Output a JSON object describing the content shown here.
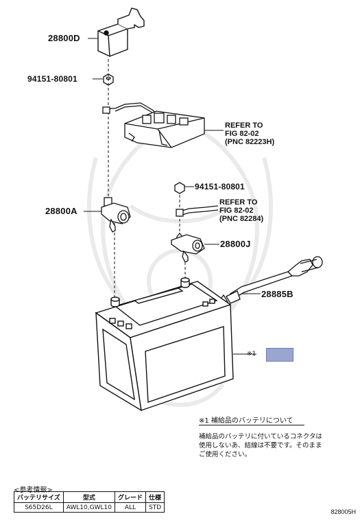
{
  "parts": {
    "cover": "28800D",
    "nut_top": "94151-80801",
    "nut_mid": "94151-80801",
    "clamp_neg": "28800A",
    "clamp_pos": "28800J",
    "hold_down": "28885B"
  },
  "refs": {
    "upper": [
      "REFER TO",
      "FIG 82-02",
      "(PNC 82223H)"
    ],
    "lower": [
      "REFER TO",
      "FIG 82-02",
      "(PNC 82284)"
    ]
  },
  "callout": {
    "mark": "※1"
  },
  "note": {
    "heading": "※1  補給品のバッテリについて",
    "lines": [
      "補給品のバッテリに付いているコネクタは",
      "使用しないあ、結線は不要です。そのまま",
      "ご使用ください。"
    ]
  },
  "reference_info": {
    "title": "<参考情報>",
    "headers": [
      "バッテリサイズ",
      "型式",
      "グレード",
      "仕様"
    ],
    "row": [
      "S65D26L",
      "AWL10,GWL10",
      "ALL",
      "STD"
    ]
  },
  "diagram_code": "828005H",
  "colors": {
    "line": "#111111",
    "placeholder": "#9aa6d2",
    "watermark": "#e6e6e6"
  }
}
